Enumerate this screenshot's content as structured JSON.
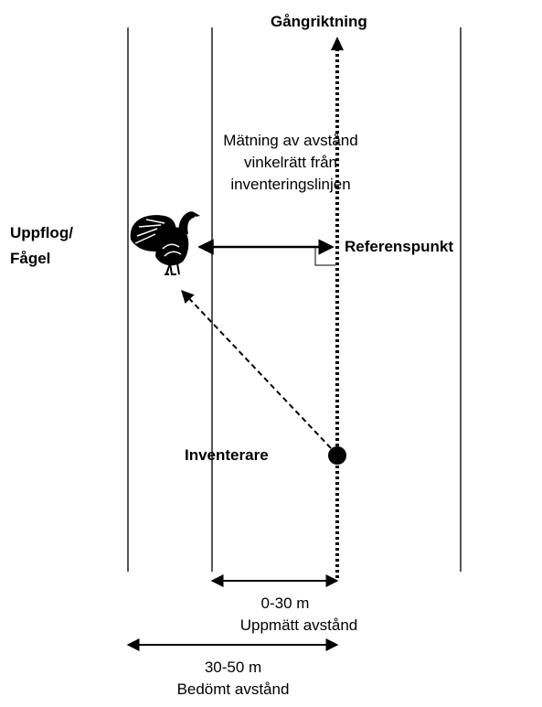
{
  "labels": {
    "direction": "Gångriktning",
    "measurement": [
      "Mätning av avstånd",
      "vinkelrätt från",
      "inventeringslinjen"
    ],
    "bird": [
      "Uppflog/",
      "Fågel"
    ],
    "reference_point": "Referenspunkt",
    "observer": "Inventerare",
    "inner_range": "0-30 m",
    "inner_desc": "Uppmätt avstånd",
    "outer_range": "30-50 m",
    "outer_desc": "Bedömt avstånd"
  },
  "icons": {
    "bird": "capercaillie-icon"
  }
}
